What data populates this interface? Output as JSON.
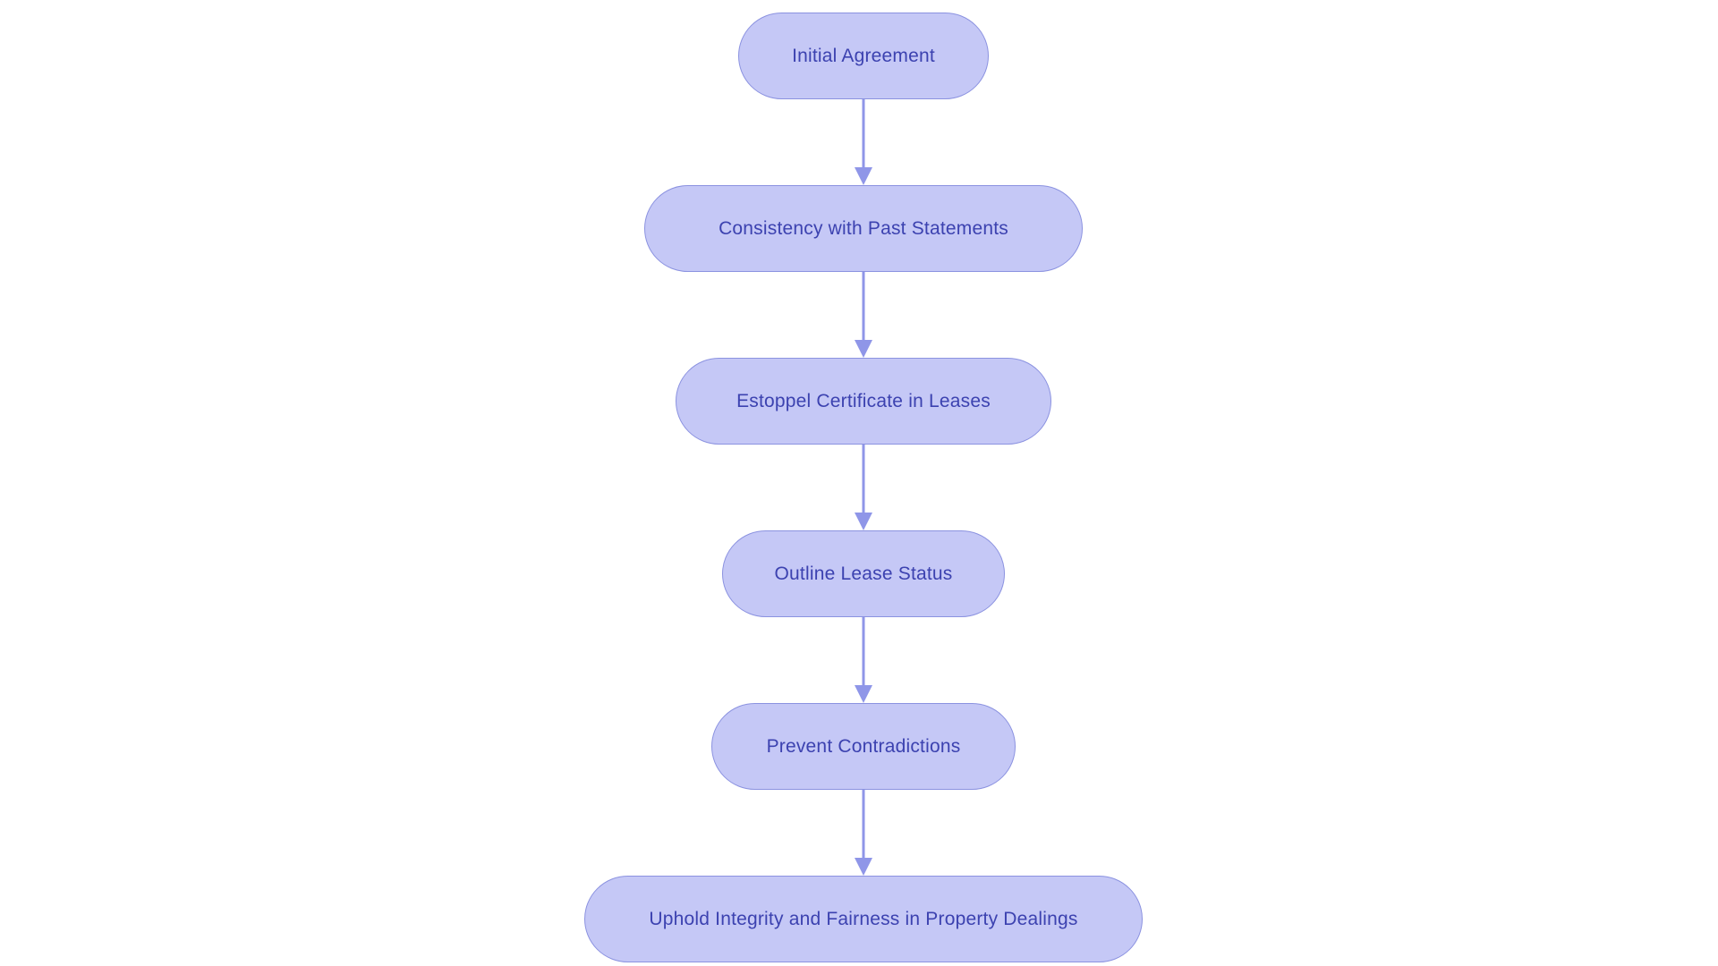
{
  "diagram": {
    "type": "flowchart",
    "direction": "top-down",
    "nodes": [
      {
        "id": "n1",
        "label": "Initial Agreement"
      },
      {
        "id": "n2",
        "label": "Consistency with Past Statements"
      },
      {
        "id": "n3",
        "label": "Estoppel Certificate in Leases"
      },
      {
        "id": "n4",
        "label": "Outline Lease Status"
      },
      {
        "id": "n5",
        "label": "Prevent Contradictions"
      },
      {
        "id": "n6",
        "label": "Uphold Integrity and Fairness in Property Dealings"
      }
    ],
    "edges": [
      {
        "from": "n1",
        "to": "n2"
      },
      {
        "from": "n2",
        "to": "n3"
      },
      {
        "from": "n3",
        "to": "n4"
      },
      {
        "from": "n4",
        "to": "n5"
      },
      {
        "from": "n5",
        "to": "n6"
      }
    ],
    "colors": {
      "background": "#ffffff",
      "node_fill": "#c5c8f6",
      "node_border": "#8b92e0",
      "node_text": "#3c42b0",
      "arrow": "#8f96e8"
    }
  }
}
